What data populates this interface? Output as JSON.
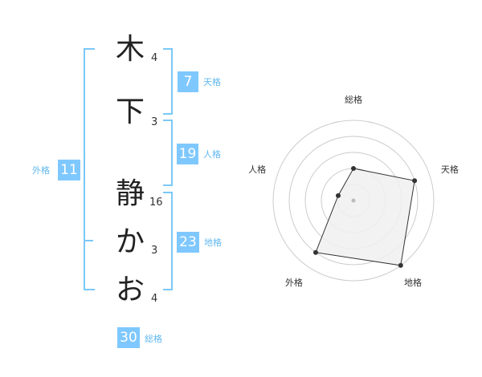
{
  "name": {
    "chars": [
      {
        "char": "木",
        "strokes": "4"
      },
      {
        "char": "下",
        "strokes": "3"
      },
      {
        "char": "静",
        "strokes": "16"
      },
      {
        "char": "か",
        "strokes": "3"
      },
      {
        "char": "お",
        "strokes": "4"
      }
    ]
  },
  "fortune": {
    "tenkaku": {
      "value": "7",
      "label": "天格"
    },
    "jinkaku": {
      "value": "19",
      "label": "人格"
    },
    "chikaku": {
      "value": "23",
      "label": "地格"
    },
    "gaikaku": {
      "value": "11",
      "label": "外格"
    },
    "soukaku": {
      "value": "30",
      "label": "総格"
    }
  },
  "chart_data": {
    "type": "radar",
    "axes": [
      "総格",
      "天格",
      "地格",
      "外格",
      "人格"
    ],
    "values": [
      2,
      4,
      5,
      4,
      1
    ],
    "max": 5,
    "rings": 5,
    "colors": {
      "fill": "#f0f0f0",
      "line": "#333333",
      "grid": "#cccccc"
    }
  }
}
